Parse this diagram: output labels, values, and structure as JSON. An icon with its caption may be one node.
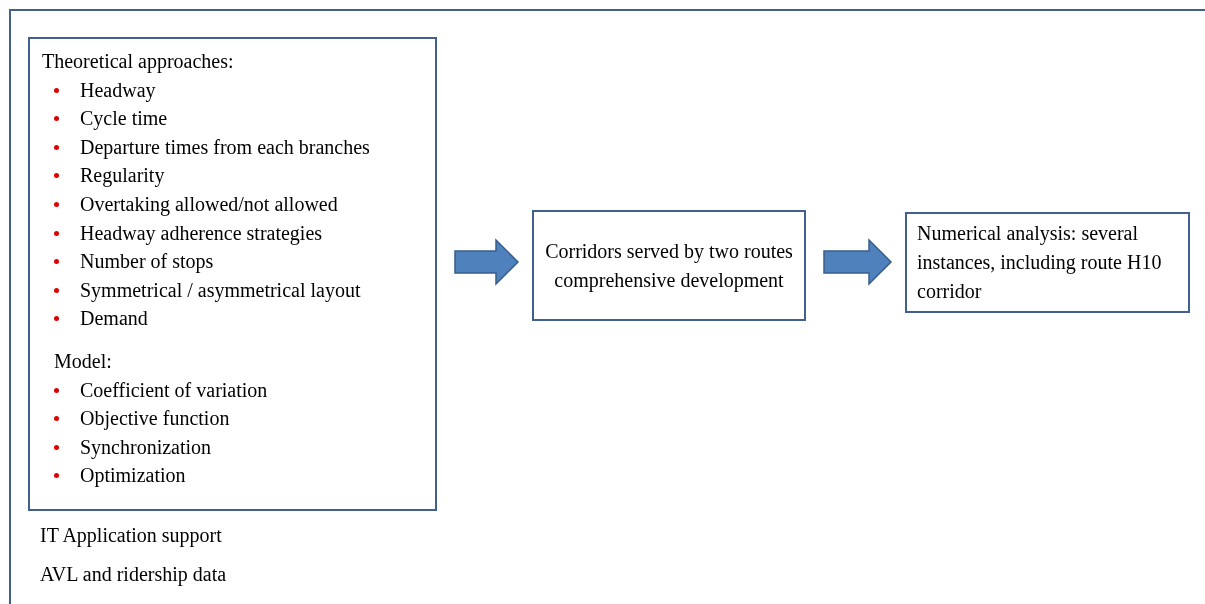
{
  "diagram": {
    "nodes": [
      {
        "text": [
          "Theoretical approaches:",
          "Headway",
          "Cycle time",
          "Departure times from each branches",
          "Regularity",
          "Overtaking allowed/not allowed",
          "Headway adherence strategies",
          "Number of stops",
          "Symmetrical / asymmetrical layout",
          "Demand",
          "Model:",
          "Coefficient of variation",
          "Objective function",
          "Synchronization",
          "Optimization"
        ]
      },
      {
        "text": [
          "Corridors served by two routes comprehensive development"
        ]
      },
      {
        "text": [
          "Numerical analysis: several instances, including route H10 corridor"
        ]
      }
    ],
    "edges": [
      {
        "from": 0,
        "to": 1,
        "arrow": "to"
      },
      {
        "from": 1,
        "to": 2,
        "arrow": "to"
      }
    ],
    "labels": [
      "IT Application support",
      "AVL and ridership data"
    ]
  }
}
